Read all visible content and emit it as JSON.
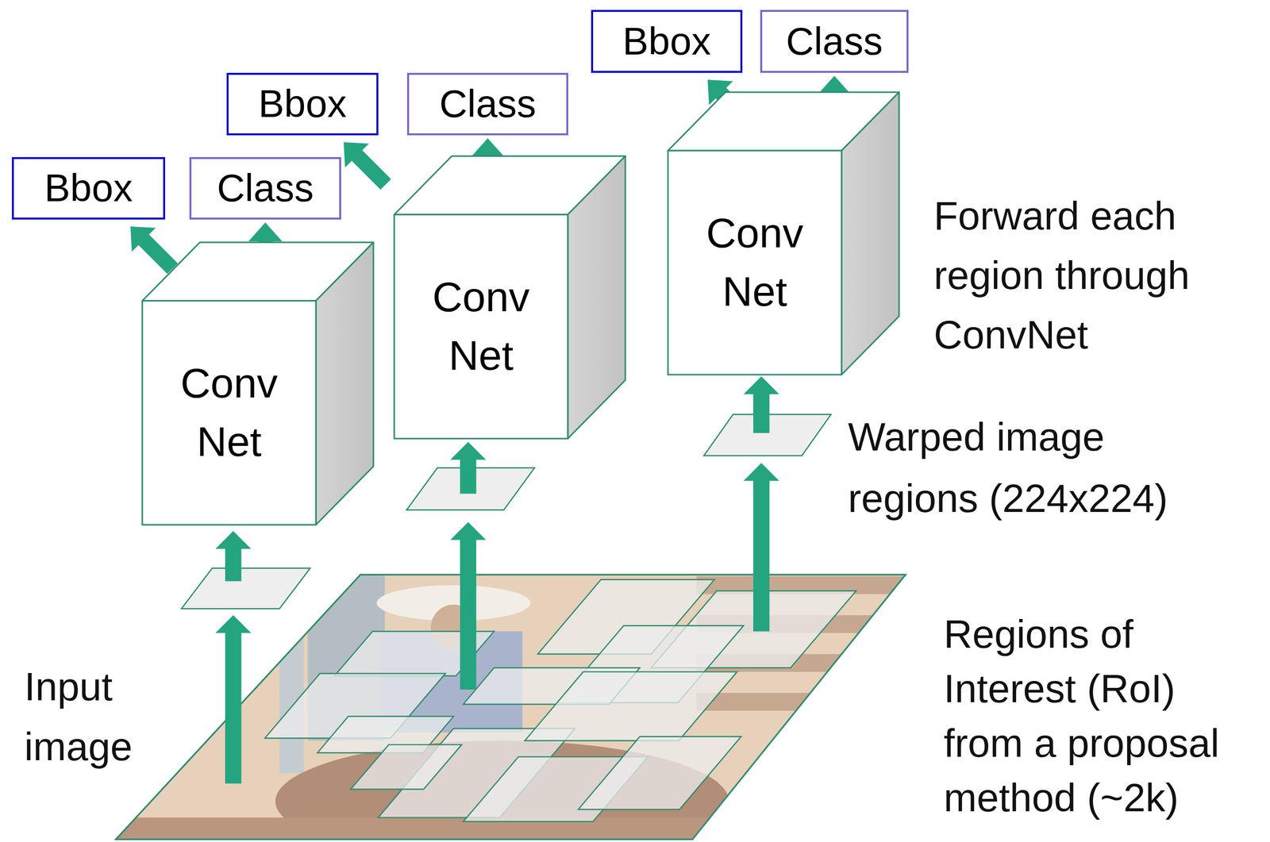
{
  "diagram": {
    "nodes": [
      {
        "text": [
          "Bbox"
        ]
      },
      {
        "text": [
          "Class"
        ]
      },
      {
        "text": [
          "Conv Net"
        ]
      },
      {
        "text": [
          "Bbox"
        ]
      },
      {
        "text": [
          "Class"
        ]
      },
      {
        "text": [
          "Conv Net"
        ]
      },
      {
        "text": [
          "Bbox"
        ]
      },
      {
        "text": [
          "Class"
        ]
      },
      {
        "text": [
          "Conv Net"
        ]
      }
    ],
    "edges": [
      {
        "from": 2,
        "to": 0,
        "arrow": "to"
      },
      {
        "from": 2,
        "to": 1,
        "arrow": "to"
      },
      {
        "from": 5,
        "to": 3,
        "arrow": "to"
      },
      {
        "from": 5,
        "to": 4,
        "arrow": "to"
      },
      {
        "from": 8,
        "to": 6,
        "arrow": "to"
      },
      {
        "from": 8,
        "to": 7,
        "arrow": "to"
      }
    ],
    "labels": [
      "Forward each region through ConvNet",
      "Warped image regions (224x224)",
      "Input image",
      "Regions of Interest (RoI) from a proposal method (~2k)"
    ]
  }
}
